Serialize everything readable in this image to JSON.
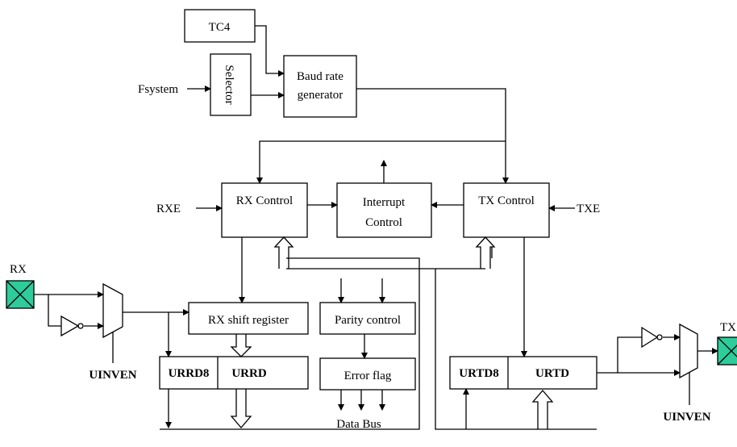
{
  "blocks": {
    "tc4": "TC4",
    "selector": "Selector",
    "baud_line1": "Baud rate",
    "baud_line2": "generator",
    "rx_control": "RX Control",
    "interrupt_line1": "Interrupt",
    "interrupt_line2": "Control",
    "tx_control": "TX Control",
    "rx_shift": "RX shift register",
    "parity": "Parity control",
    "error_flag": "Error flag",
    "urrd8": "URRD8",
    "urrd": "URRD",
    "urtd8": "URTD8",
    "urtd": "URTD"
  },
  "signals": {
    "fsystem": "Fsystem",
    "rxe": "RXE",
    "txe": "TXE",
    "rx_pin": "RX",
    "tx_pin": "TX",
    "uinven_rx": "UINVEN",
    "uinven_tx": "UINVEN",
    "data_bus": "Data Bus"
  },
  "colors": {
    "pad": "#2ecc9a"
  }
}
